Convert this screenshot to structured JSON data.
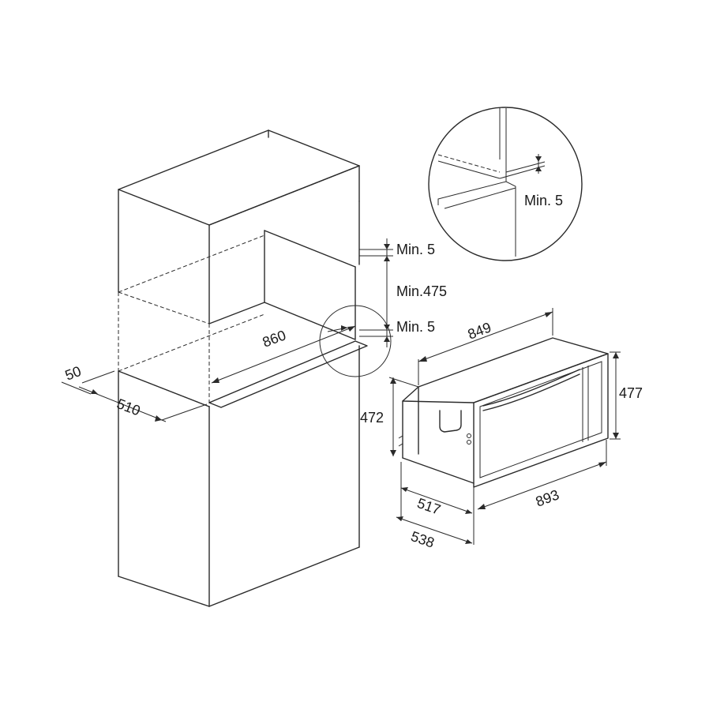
{
  "dimensions": {
    "niche_top_gap": "Min. 5",
    "niche_height": "Min.475",
    "niche_bottom_gap": "Min. 5",
    "niche_width": "860",
    "front_offset": "50",
    "niche_depth": "510",
    "detail_gap": "Min. 5",
    "appliance_width": "849",
    "appliance_front_height": "477",
    "appliance_body_height": "472",
    "appliance_front_width": "893",
    "appliance_depth_body": "517",
    "appliance_depth_total": "538"
  }
}
